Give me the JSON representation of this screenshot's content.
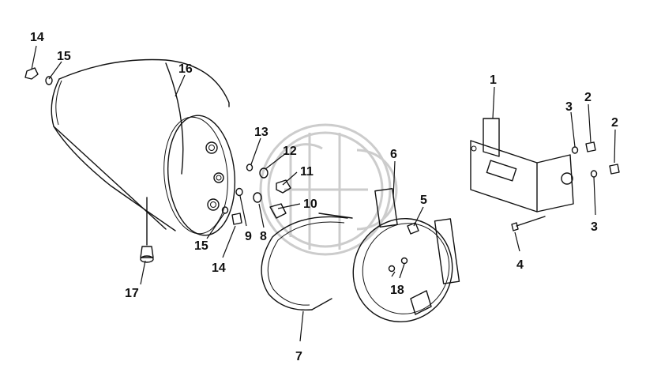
{
  "diagram": {
    "callouts": [
      {
        "id": "c14a",
        "text": "14"
      },
      {
        "id": "c15a",
        "text": "15"
      },
      {
        "id": "c16",
        "text": "16"
      },
      {
        "id": "c13",
        "text": "13"
      },
      {
        "id": "c12",
        "text": "12"
      },
      {
        "id": "c11",
        "text": "11"
      },
      {
        "id": "c10",
        "text": "10"
      },
      {
        "id": "c8",
        "text": "8"
      },
      {
        "id": "c9",
        "text": "9"
      },
      {
        "id": "c15b",
        "text": "15"
      },
      {
        "id": "c14b",
        "text": "14"
      },
      {
        "id": "c17",
        "text": "17"
      },
      {
        "id": "c7",
        "text": "7"
      },
      {
        "id": "c6",
        "text": "6"
      },
      {
        "id": "c5",
        "text": "5"
      },
      {
        "id": "c18",
        "text": "18"
      },
      {
        "id": "c4",
        "text": "4"
      },
      {
        "id": "c1",
        "text": "1"
      },
      {
        "id": "c3a",
        "text": "3"
      },
      {
        "id": "c2a",
        "text": "2"
      },
      {
        "id": "c2b",
        "text": "2"
      },
      {
        "id": "c3b",
        "text": "3"
      }
    ],
    "colors": {
      "line": "#111111",
      "background": "#ffffff",
      "watermark": "#b8b8b8"
    }
  }
}
